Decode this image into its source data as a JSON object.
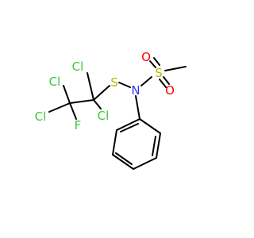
{
  "molecule": {
    "atoms": [
      {
        "id": "Cl1",
        "label": "Cl",
        "color": "#33cc33"
      },
      {
        "id": "Cl2",
        "label": "Cl",
        "color": "#33cc33"
      },
      {
        "id": "Cl3",
        "label": "Cl",
        "color": "#33cc33"
      },
      {
        "id": "Cl4",
        "label": "Cl",
        "color": "#33cc33"
      },
      {
        "id": "F",
        "label": "F",
        "color": "#33cc33"
      },
      {
        "id": "S1",
        "label": "S",
        "color": "#b8b800"
      },
      {
        "id": "S2",
        "label": "S",
        "color": "#b8b800"
      },
      {
        "id": "N",
        "label": "N",
        "color": "#3333ff"
      },
      {
        "id": "O1",
        "label": "O",
        "color": "#ff0000"
      },
      {
        "id": "O2",
        "label": "O",
        "color": "#ff0000"
      }
    ]
  }
}
